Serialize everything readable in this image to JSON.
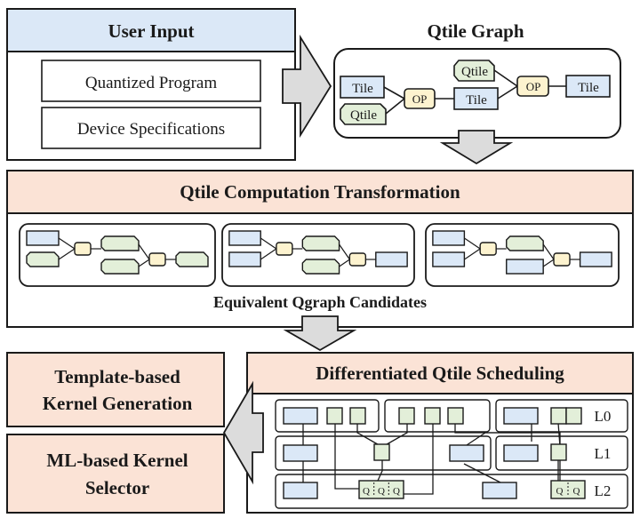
{
  "user_input": {
    "title": "User Input",
    "items": [
      "Quantized Program",
      "Device Specifications"
    ]
  },
  "qtile_graph": {
    "title": "Qtile Graph",
    "tile_label": "Tile",
    "qtile_label": "Qtile",
    "op_label": "OP"
  },
  "transformation": {
    "title": "Qtile Computation Transformation",
    "caption": "Equivalent Qgraph Candidates"
  },
  "scheduling": {
    "title": "Differentiated Qtile Scheduling",
    "levels": [
      "L0",
      "L1",
      "L2"
    ],
    "q_label": "Q"
  },
  "outputs": {
    "template_lines": [
      "Template-based",
      "Kernel Generation"
    ],
    "ml_lines": [
      "ML-based Kernel",
      "Selector"
    ]
  },
  "colors": {
    "header_blue": "#dbe8f7",
    "header_peach": "#fbe3d6",
    "tile_blue": "#dbe8f7",
    "qtile_green": "#e3efd9",
    "op_yellow": "#fdf3cf",
    "arrow_gray": "#dcdcdc",
    "stroke": "#1a1a1a"
  },
  "icons": [
    "right-arrow-icon",
    "down-arrow-icon",
    "left-arrow-icon"
  ]
}
